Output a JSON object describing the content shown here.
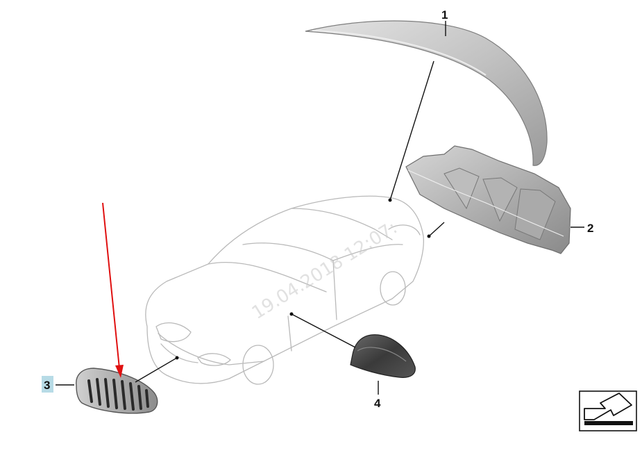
{
  "callouts": [
    {
      "id": "callout-1",
      "label": "1",
      "part": "rear-spoiler"
    },
    {
      "id": "callout-2",
      "label": "2",
      "part": "rear-diffuser"
    },
    {
      "id": "callout-3",
      "label": "3",
      "part": "kidney-grille",
      "highlighted": true
    },
    {
      "id": "callout-4",
      "label": "4",
      "part": "mirror-cap"
    }
  ],
  "watermark": "19.04.2018 12:07:",
  "colors": {
    "highlight": "#b7dbe6",
    "arrow": "#e01010",
    "part_fill": "#c8c8c8",
    "car_line": "#b9b9b9"
  },
  "icons": {
    "corner": "arrow-navigation-icon"
  }
}
